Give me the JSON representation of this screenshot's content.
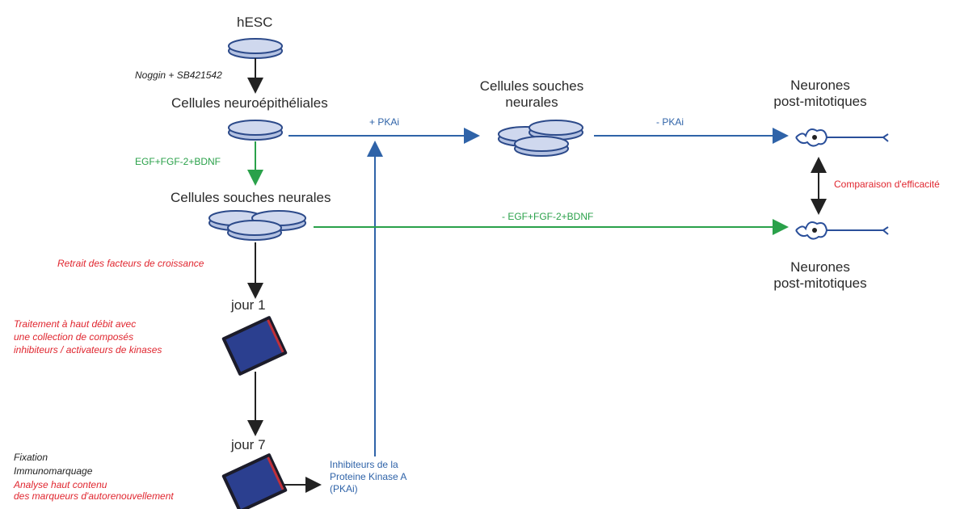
{
  "nodes": {
    "hesc": "hESC",
    "neuroepithelial": "Cellules neuroépithéliales",
    "nsc_left": "Cellules souches neurales",
    "nsc_top_line1": "Cellules souches",
    "nsc_top_line2": "neurales",
    "neurons_top_line1": "Neurones",
    "neurons_top_line2": "post-mitotiques",
    "neurons_bottom_line1": "Neurones",
    "neurons_bottom_line2": "post-mitotiques",
    "day1": "jour 1",
    "day7": "jour 7"
  },
  "edges": {
    "noggin": "Noggin + SB421542",
    "egf_fgf_bdnf": "EGF+FGF-2+BDNF",
    "plus_pkai": "+ PKAi",
    "minus_pkai": "- PKAi",
    "minus_egf": "- EGF+FGF-2+BDNF",
    "comparison": "Comparaison d'efficacité",
    "withdrawal": "Retrait des facteurs de croissance"
  },
  "notes": {
    "screening_line1": "Traitement à haut débit avec",
    "screening_line2": "une collection de composés",
    "screening_line3": "inhibiteurs / activateurs de kinases",
    "fixation": "Fixation",
    "immuno": "Immunomarquage",
    "analysis_line1": "Analyse haut contenu",
    "analysis_line2": "des marqueurs d'autorenouvellement",
    "pkai_line1": "Inhibiteurs de la",
    "pkai_line2": "Proteine Kinase A",
    "pkai_line3": "(PKAi)"
  },
  "colors": {
    "black": "#222222",
    "blue": "#2f63a8",
    "green": "#2aa14a",
    "red": "#e0262f",
    "dish_fill": "#c9d3ea",
    "dish_stroke": "#2c4a8a"
  }
}
